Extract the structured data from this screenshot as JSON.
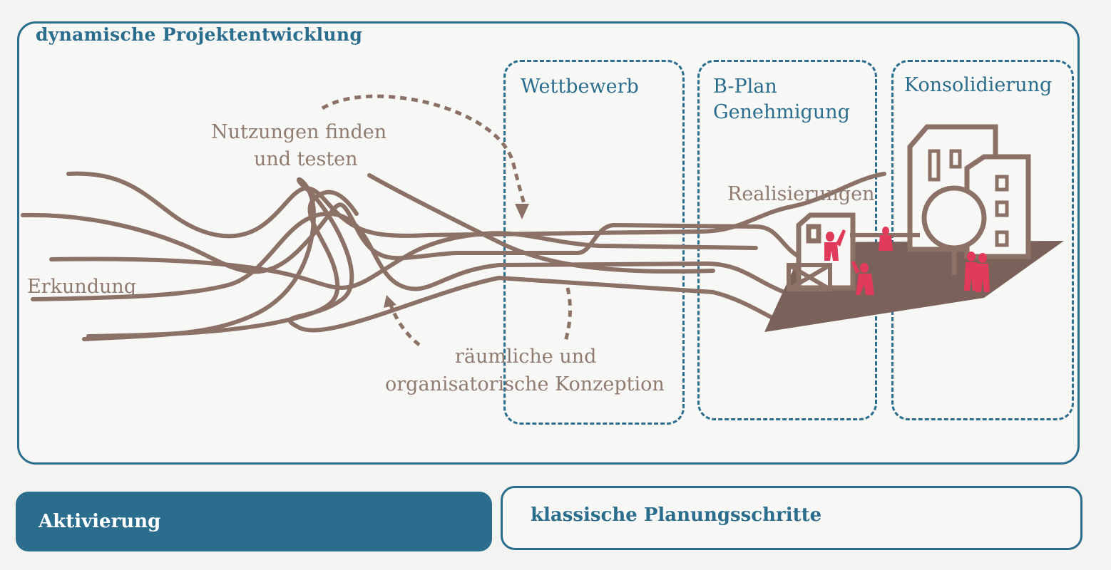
{
  "title": "dynamische Projektentwicklung",
  "phases": {
    "wettbewerb": "Wettbewerb",
    "bplan_line1": "B-Plan",
    "bplan_line2": "Genehmigung",
    "konsolidierung": "Konsolidierung"
  },
  "labels": {
    "nutzungen_line1": "Nutzungen finden",
    "nutzungen_line2": "und testen",
    "erkundung": "Erkundung",
    "konzeption_line1": "räumliche und",
    "konzeption_line2": "organisatorische Konzeption",
    "realisierungen": "Realisierungen"
  },
  "bottom": {
    "aktivierung": "Aktivierung",
    "klassische": "klassische Planungsschritte"
  },
  "colors": {
    "blue": "#2a6d8c",
    "brown": "#8c7167",
    "dark_brown": "#7a6159",
    "label_brown": "#8f7b70",
    "people_red": "#e23a5a"
  }
}
